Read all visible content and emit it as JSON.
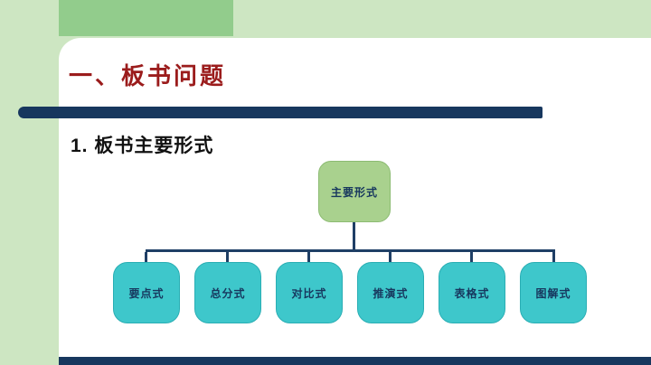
{
  "slide": {
    "title": "一、板书问题",
    "subtitle": "1. 板书主要形式"
  },
  "diagram": {
    "type": "tree",
    "root": "主要形式",
    "children": [
      "要点式",
      "总分式",
      "对比式",
      "推演式",
      "表格式",
      "图解式"
    ]
  },
  "colors": {
    "background_green": "#cde6c2",
    "accent_green": "#92cc8c",
    "navy": "#17375e",
    "title_red": "#9b1c1c",
    "root_fill": "#a9d18e",
    "child_fill": "#3ec7cb",
    "node_text": "#17375e"
  }
}
